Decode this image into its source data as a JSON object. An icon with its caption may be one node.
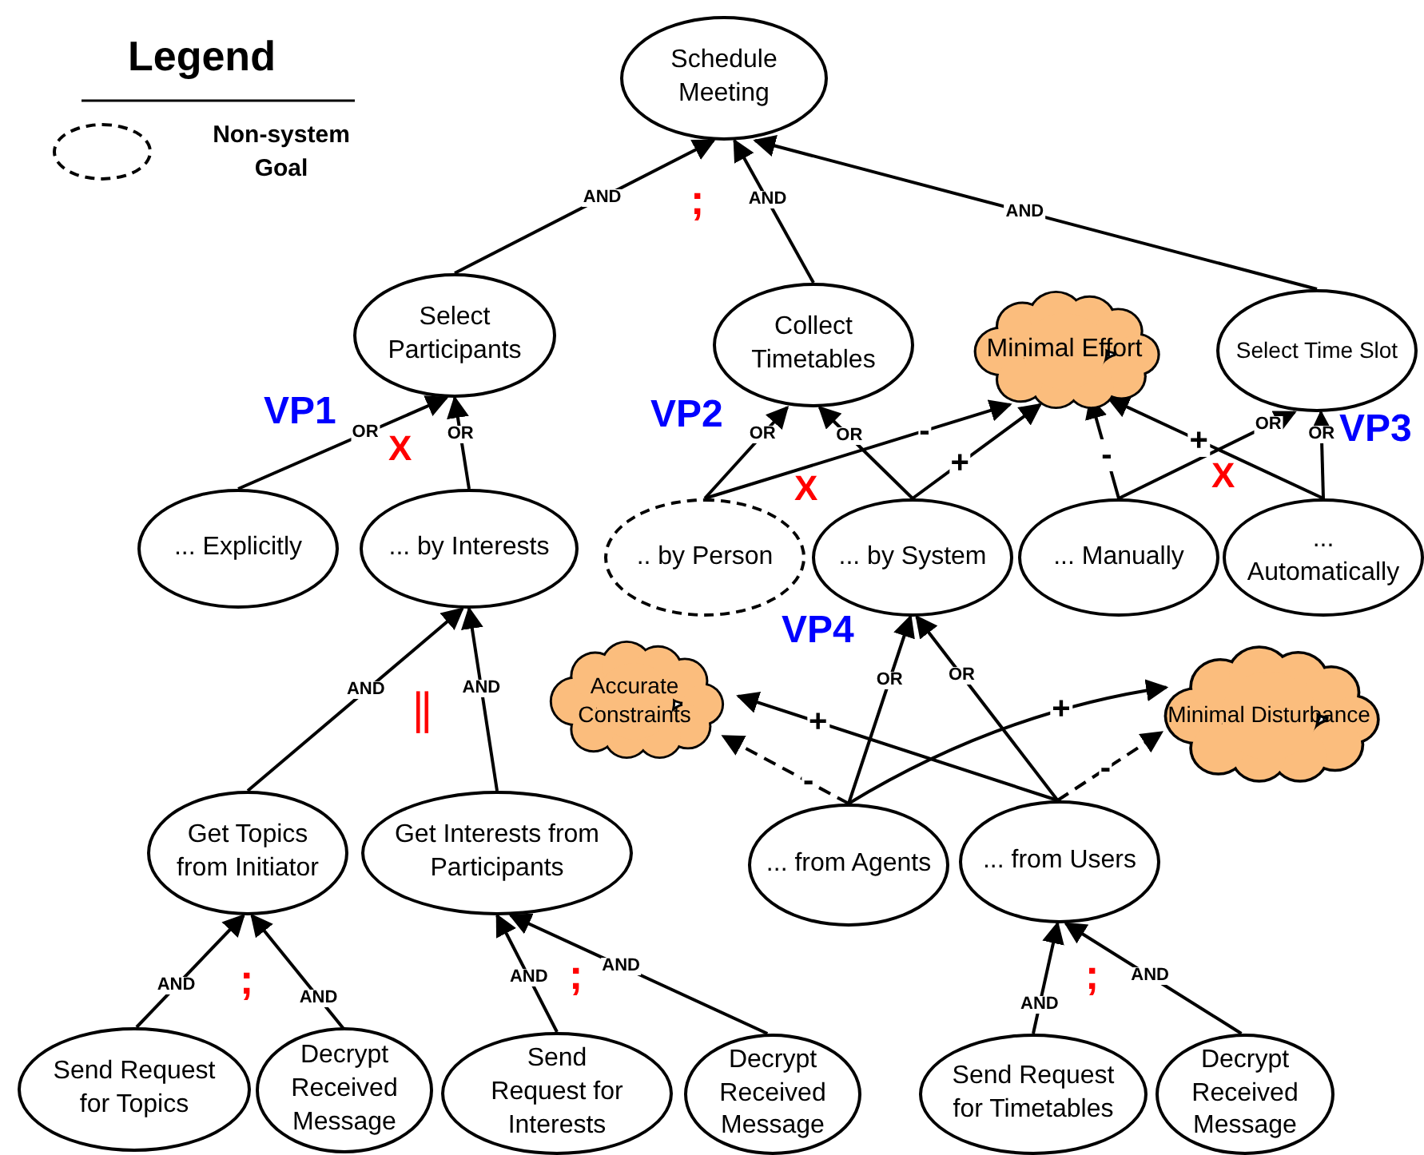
{
  "diagram": {
    "nodes": [
      {
        "text": [
          "Schedule Meeting"
        ]
      },
      {
        "text": [
          "Select Participants"
        ]
      },
      {
        "text": [
          "Collect Timetables"
        ]
      },
      {
        "text": [
          "Minimal Effort"
        ]
      },
      {
        "text": [
          "Select Time Slot"
        ]
      },
      {
        "text": [
          "... Explicitly"
        ]
      },
      {
        "text": [
          "... by Interests"
        ]
      },
      {
        "text": [
          ".. by Person"
        ]
      },
      {
        "text": [
          "... by System"
        ]
      },
      {
        "text": [
          "... Manually"
        ]
      },
      {
        "text": [
          "... Automatically"
        ]
      },
      {
        "text": [
          "Accurate Constraints"
        ]
      },
      {
        "text": [
          "Minimal Disturbance"
        ]
      },
      {
        "text": [
          "... from Agents"
        ]
      },
      {
        "text": [
          "... from Users"
        ]
      },
      {
        "text": [
          "Get Topics from Initiator"
        ]
      },
      {
        "text": [
          "Get Interests from Participants"
        ]
      },
      {
        "text": [
          "Send Request for Topics"
        ]
      },
      {
        "text": [
          "Decrypt Received Message"
        ]
      },
      {
        "text": [
          "Send Request for Interests"
        ]
      },
      {
        "text": [
          "Decrypt Received Message"
        ]
      },
      {
        "text": [
          "Send Request for Timetables"
        ]
      },
      {
        "text": [
          "Decrypt Received Message"
        ]
      }
    ],
    "edges": [
      {
        "from": 1,
        "to": 0,
        "arrow": "to",
        "label": "AND"
      },
      {
        "from": 2,
        "to": 0,
        "arrow": "to",
        "label": "AND"
      },
      {
        "from": 4,
        "to": 0,
        "arrow": "to",
        "label": "AND"
      },
      {
        "from": 5,
        "to": 1,
        "arrow": "to",
        "label": "OR"
      },
      {
        "from": 6,
        "to": 1,
        "arrow": "to",
        "label": "OR"
      },
      {
        "from": 7,
        "to": 2,
        "arrow": "to",
        "label": "OR"
      },
      {
        "from": 8,
        "to": 2,
        "arrow": "to",
        "label": "OR"
      },
      {
        "from": 7,
        "to": 3,
        "arrow": "to",
        "label": "-"
      },
      {
        "from": 8,
        "to": 3,
        "arrow": "to",
        "label": "+"
      },
      {
        "from": 9,
        "to": 3,
        "arrow": "to",
        "label": "-"
      },
      {
        "from": 10,
        "to": 3,
        "arrow": "to",
        "label": "+"
      },
      {
        "from": 9,
        "to": 4,
        "arrow": "to",
        "label": "OR"
      },
      {
        "from": 10,
        "to": 4,
        "arrow": "to",
        "label": "OR"
      },
      {
        "from": 13,
        "to": 8,
        "arrow": "to",
        "label": "OR"
      },
      {
        "from": 14,
        "to": 8,
        "arrow": "to",
        "label": "OR"
      },
      {
        "from": 13,
        "to": 11,
        "arrow": "to",
        "label": "-",
        "style": "dashed"
      },
      {
        "from": 14,
        "to": 11,
        "arrow": "to",
        "label": "+"
      },
      {
        "from": 13,
        "to": 12,
        "arrow": "to",
        "label": "+"
      },
      {
        "from": 14,
        "to": 12,
        "arrow": "to",
        "label": "-",
        "style": "dashed"
      },
      {
        "from": 15,
        "to": 6,
        "arrow": "to",
        "label": "AND"
      },
      {
        "from": 16,
        "to": 6,
        "arrow": "to",
        "label": "AND"
      },
      {
        "from": 17,
        "to": 15,
        "arrow": "to",
        "label": "AND"
      },
      {
        "from": 18,
        "to": 15,
        "arrow": "to",
        "label": "AND"
      },
      {
        "from": 19,
        "to": 16,
        "arrow": "to",
        "label": "AND"
      },
      {
        "from": 20,
        "to": 16,
        "arrow": "to",
        "label": "AND"
      },
      {
        "from": 21,
        "to": 14,
        "arrow": "to",
        "label": "AND"
      },
      {
        "from": 22,
        "to": 14,
        "arrow": "to",
        "label": "AND"
      }
    ],
    "labels": [
      "Legend",
      ";",
      "VP1",
      "X",
      "VP2",
      "X",
      "X",
      "VP3",
      "VP4",
      "||",
      ";",
      ";",
      ";"
    ],
    "legend": [
      {
        "text": "Non-system Goal"
      }
    ]
  }
}
